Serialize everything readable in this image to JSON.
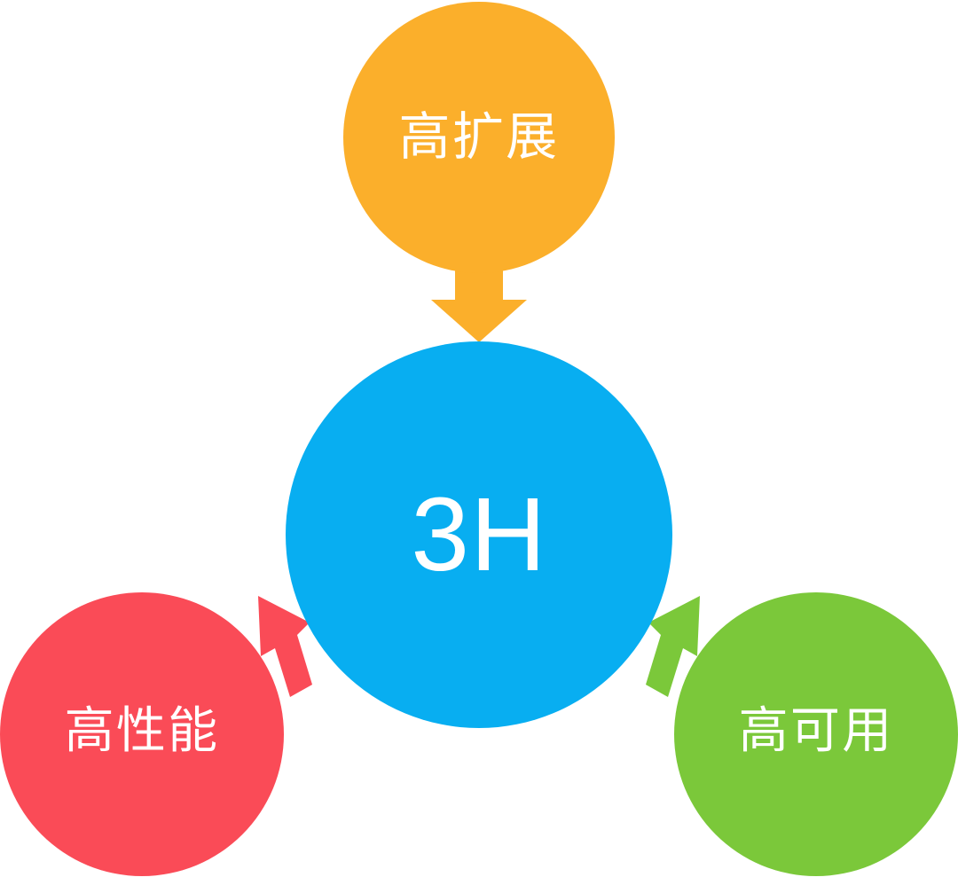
{
  "diagram": {
    "title": "3H",
    "background_color": "#ffffff",
    "center": {
      "id": "core",
      "label": "3H",
      "color": "#08aef1",
      "text_color": "#ffffff",
      "shape": "circle"
    },
    "nodes": [
      {
        "id": "scalability",
        "label": "高扩展",
        "color": "#fbaf2b",
        "text_color": "#ffffff",
        "shape": "circle",
        "position": "top"
      },
      {
        "id": "performance",
        "label": "高性能",
        "color": "#fa4b57",
        "text_color": "#ffffff",
        "shape": "circle",
        "position": "bottom-left"
      },
      {
        "id": "availability",
        "label": "高可用",
        "color": "#7bc83a",
        "text_color": "#ffffff",
        "shape": "circle",
        "position": "bottom-right"
      }
    ],
    "arrows": [
      {
        "id": "arrow-scalability",
        "from": "scalability",
        "to": "core",
        "color": "#fbaf2b",
        "direction": "down"
      },
      {
        "id": "arrow-performance",
        "from": "performance",
        "to": "core",
        "color": "#fa4b57",
        "direction": "up-right"
      },
      {
        "id": "arrow-availability",
        "from": "availability",
        "to": "core",
        "color": "#7bc83a",
        "direction": "up-left"
      }
    ]
  }
}
